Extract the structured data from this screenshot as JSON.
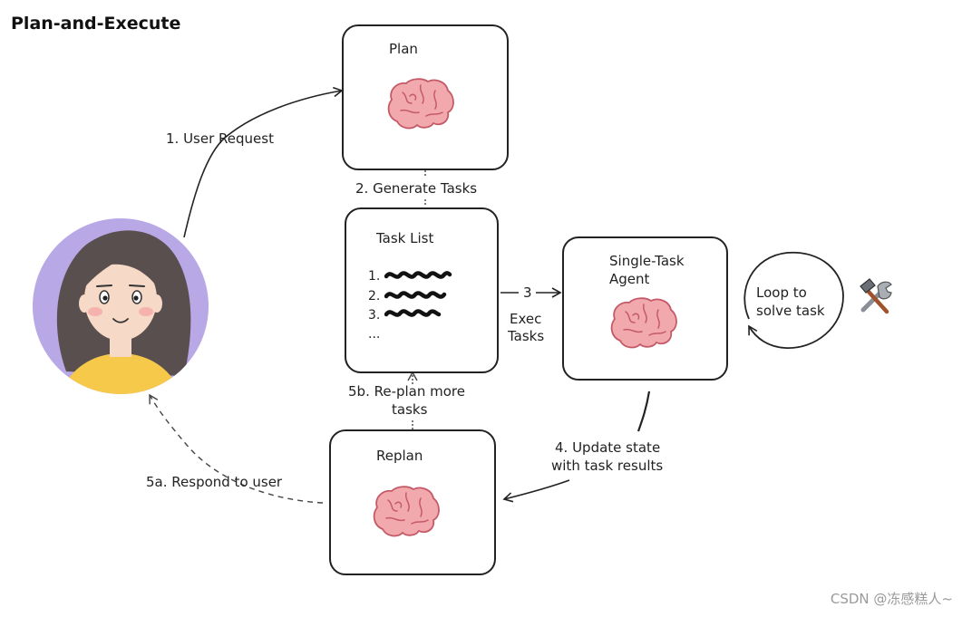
{
  "title": "Plan-and-Execute",
  "boxes": {
    "plan": "Plan",
    "task_list": "Task List",
    "agent_line1": "Single-Task",
    "agent_line2": "Agent",
    "replan": "Replan"
  },
  "task_items": [
    "1.",
    "2.",
    "3.",
    "..."
  ],
  "edges": {
    "user_request": "1. User Request",
    "generate_tasks": "2. Generate Tasks",
    "exec_num": "3",
    "exec_line1": "Exec",
    "exec_line2": "Tasks",
    "update_line1": "4. Update state",
    "update_line2": "with task results",
    "replan_more_line1": "5b. Re-plan more",
    "replan_more_line2": "tasks",
    "respond": "5a. Respond to user",
    "loop_line1": "Loop to",
    "loop_line2": "solve task"
  },
  "colors": {
    "avatar_bg": "#b9a8e6",
    "hair": "#5a4f4f",
    "skin": "#f6d9c6",
    "shirt": "#f7c94a",
    "brain": "#f2a9ad",
    "brain_line": "#c45a67"
  },
  "icons": [
    "user-avatar",
    "brain-icon",
    "tools-icon"
  ],
  "watermark": "CSDN @冻感糕人~"
}
